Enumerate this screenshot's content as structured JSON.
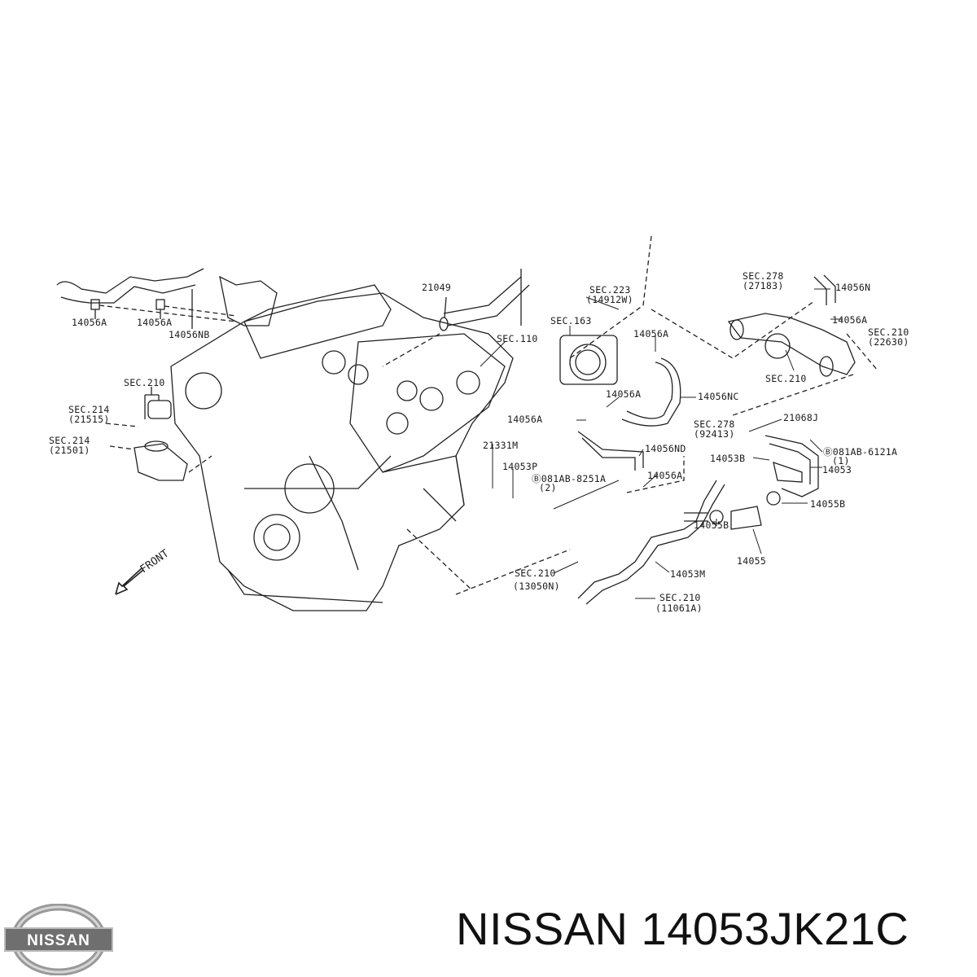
{
  "diagram": {
    "labels": [
      "14056A",
      "14056A",
      "14056NB",
      "21049",
      "SEC.223",
      "(14912W)",
      "SEC.163",
      "SEC.110",
      "14056A",
      "14056NC",
      "14056A",
      "14056A",
      "SEC.278",
      "(27183)",
      "14056N",
      "14056A",
      "SEC.210",
      "(22630)",
      "SEC.210",
      "SEC.210",
      "SEC.214",
      "(21515)",
      "SEC.214",
      "(21501)",
      "21331M",
      "14053P",
      "Ⓑ081AB-8251A",
      "(2)",
      "14056ND",
      "14056A",
      "SEC.278",
      "(92413)",
      "21068J",
      "14053B",
      "Ⓑ081AB-6121A",
      "(1)",
      "14053",
      "14055B",
      "14055B",
      "14055",
      "14053M",
      "SEC.210",
      "(13050N)",
      "SEC.210",
      "(11061A)"
    ],
    "front_label": "FRONT"
  },
  "brand": {
    "logo_text": "NISSAN",
    "logo_color": "#8a8a8a"
  },
  "caption": "NISSAN 14053JK21C"
}
